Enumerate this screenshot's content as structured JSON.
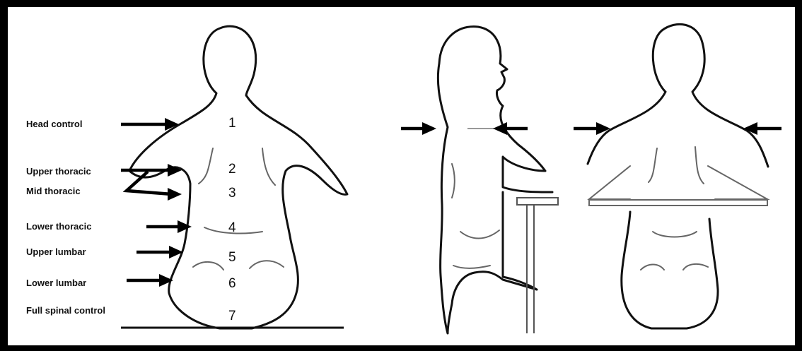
{
  "labels": [
    {
      "id": "head",
      "text": "Head control",
      "level": "1"
    },
    {
      "id": "upper-thoracic",
      "text": "Upper thoracic",
      "level": "2"
    },
    {
      "id": "mid-thoracic",
      "text": "Mid thoracic",
      "level": "3"
    },
    {
      "id": "lower-thoracic",
      "text": "Lower thoracic",
      "level": "4"
    },
    {
      "id": "upper-lumbar",
      "text": "Upper lumbar",
      "level": "5"
    },
    {
      "id": "lower-lumbar",
      "text": "Lower lumbar",
      "level": "6"
    },
    {
      "id": "full-spinal",
      "text": "Full spinal control",
      "level": "7"
    }
  ]
}
